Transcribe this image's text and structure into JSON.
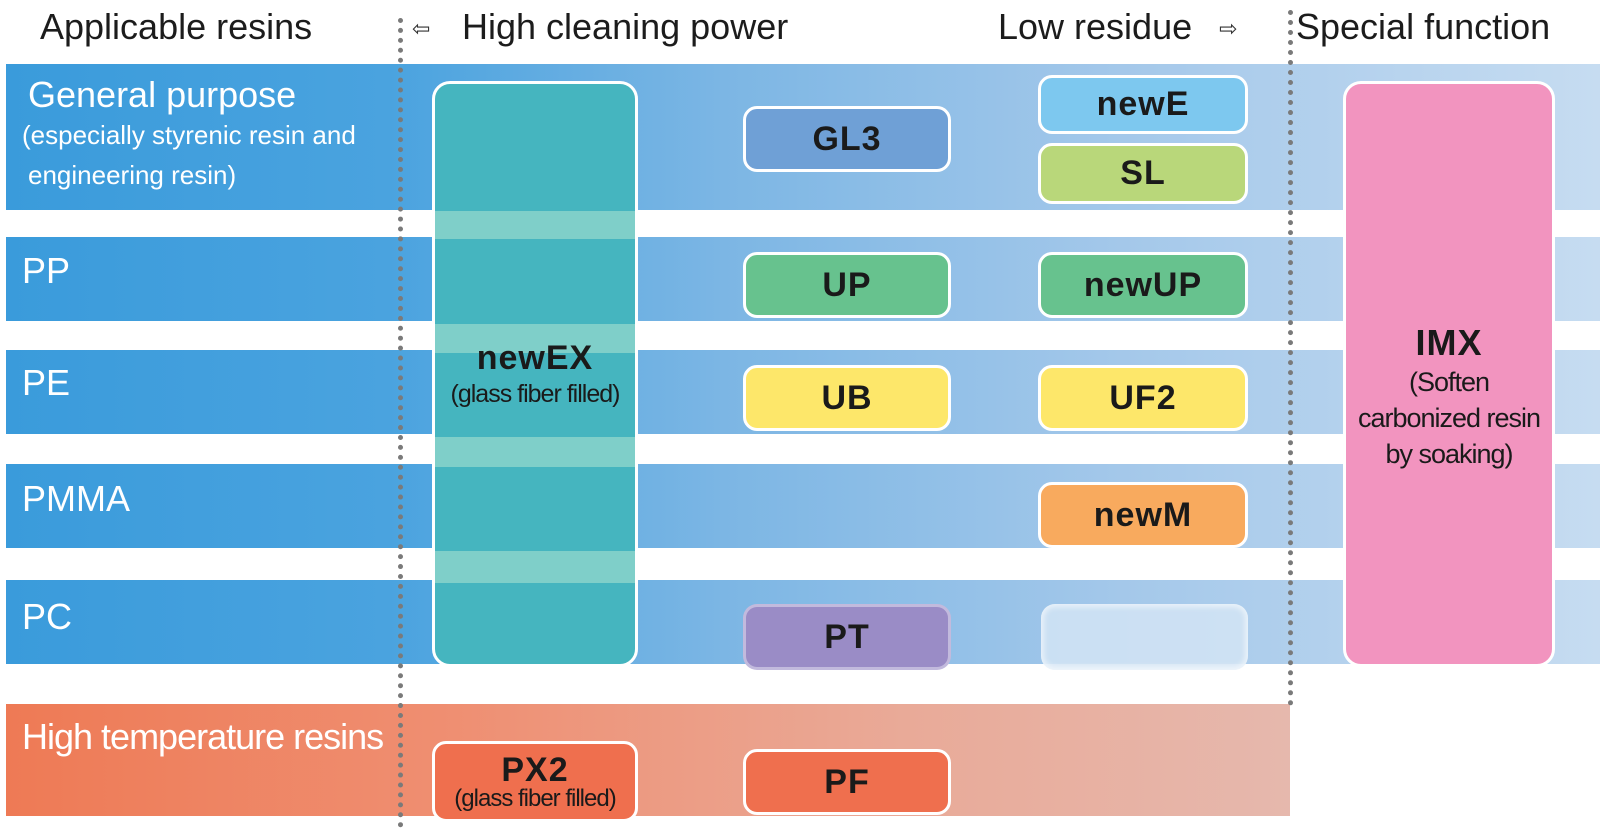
{
  "headers": {
    "applicable_resins": "Applicable  resins",
    "high_cleaning_power": "High cleaning power",
    "low_residue": "Low residue",
    "special_function": "Special function",
    "left_arrow": "⇦",
    "right_arrow": "⇨"
  },
  "rows": {
    "general_title": "General purpose",
    "general_sub1": "(especially styrenic resin and",
    "general_sub2": "engineering  resin)",
    "pp": "PP",
    "pe": "PE",
    "pmma": "PMMA",
    "pc": "PC",
    "high_temp": "High temperature resins"
  },
  "products": {
    "newex": {
      "name": "newEX",
      "desc": "(glass fiber filled)",
      "color": "#45b5bf"
    },
    "gl3": {
      "name": "GL3",
      "color": "#6fa0d6"
    },
    "newe": {
      "name": "newE",
      "color": "#7dc8ef"
    },
    "sl": {
      "name": "SL",
      "color": "#b9d77a"
    },
    "up": {
      "name": "UP",
      "color": "#67c28e"
    },
    "newup": {
      "name": "newUP",
      "color": "#67c28e"
    },
    "ub": {
      "name": "UB",
      "color": "#fde76a"
    },
    "uf2": {
      "name": "UF2",
      "color": "#fde76a"
    },
    "newm": {
      "name": "newM",
      "color": "#f8aa5e"
    },
    "pt": {
      "name": "PT",
      "color": "#9a8cc6"
    },
    "px2": {
      "name": "PX2",
      "desc": "(glass fiber filled)",
      "color": "#ef6f4e"
    },
    "pf": {
      "name": "PF",
      "color": "#ef6f4e"
    },
    "imx": {
      "name": "IMX",
      "desc1": "(Soften",
      "desc2": "carbonized resin",
      "desc3": "by soaking)",
      "color": "#f294bf"
    }
  }
}
